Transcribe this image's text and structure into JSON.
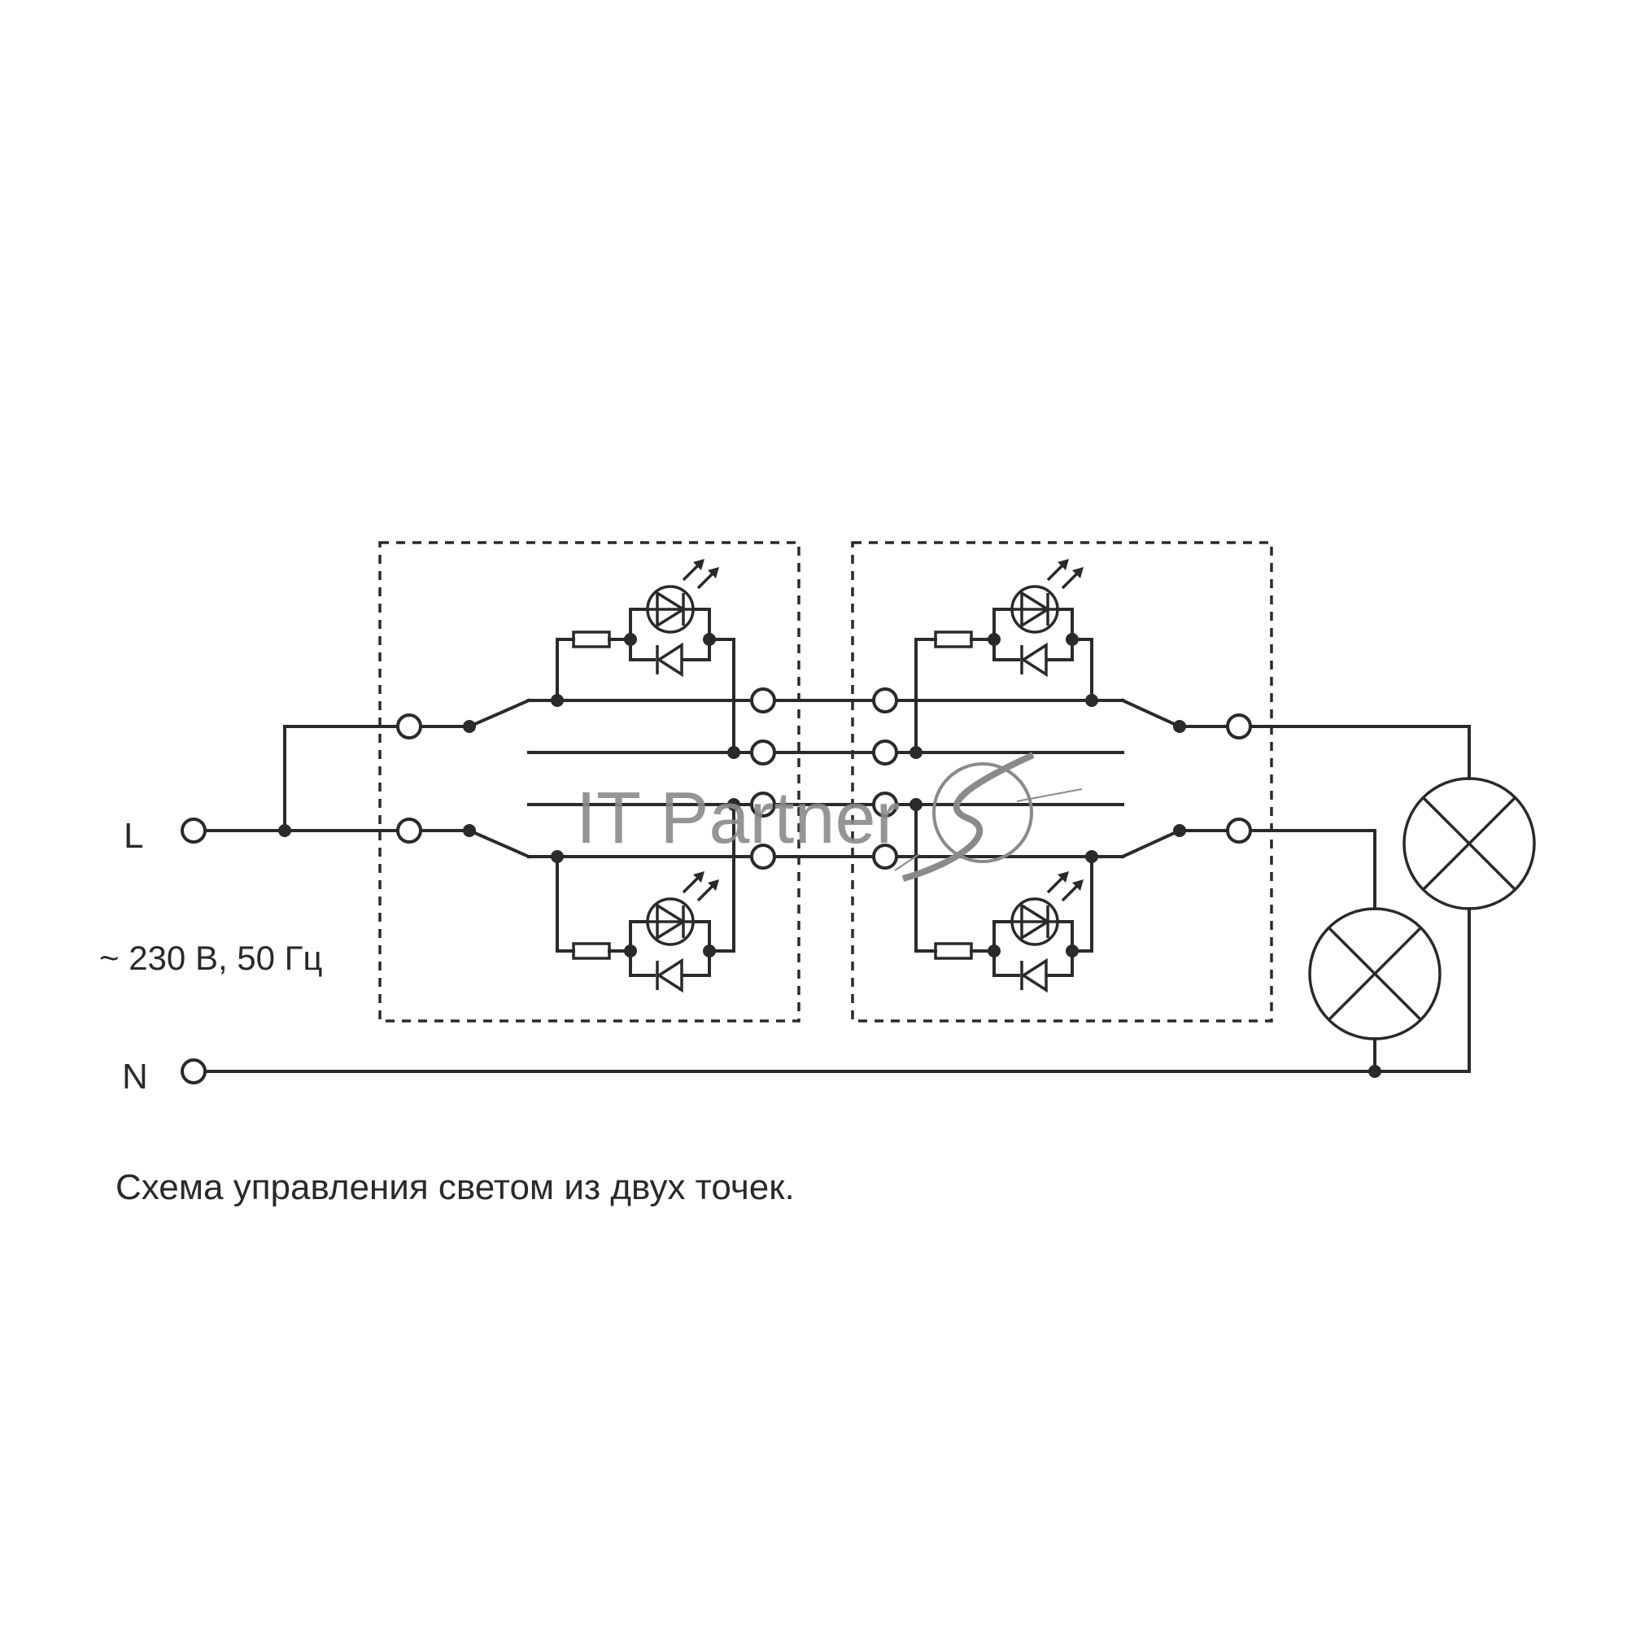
{
  "labels": {
    "phase": "L",
    "neutral": "N",
    "supply": "~ 230 В, 50 Гц",
    "caption": "Схема управления светом из двух точек."
  },
  "watermark": {
    "text": "IT Partner"
  },
  "colors": {
    "line": "#2b2a2a",
    "watermark": "#8a8a8a",
    "background": "#ffffff"
  }
}
